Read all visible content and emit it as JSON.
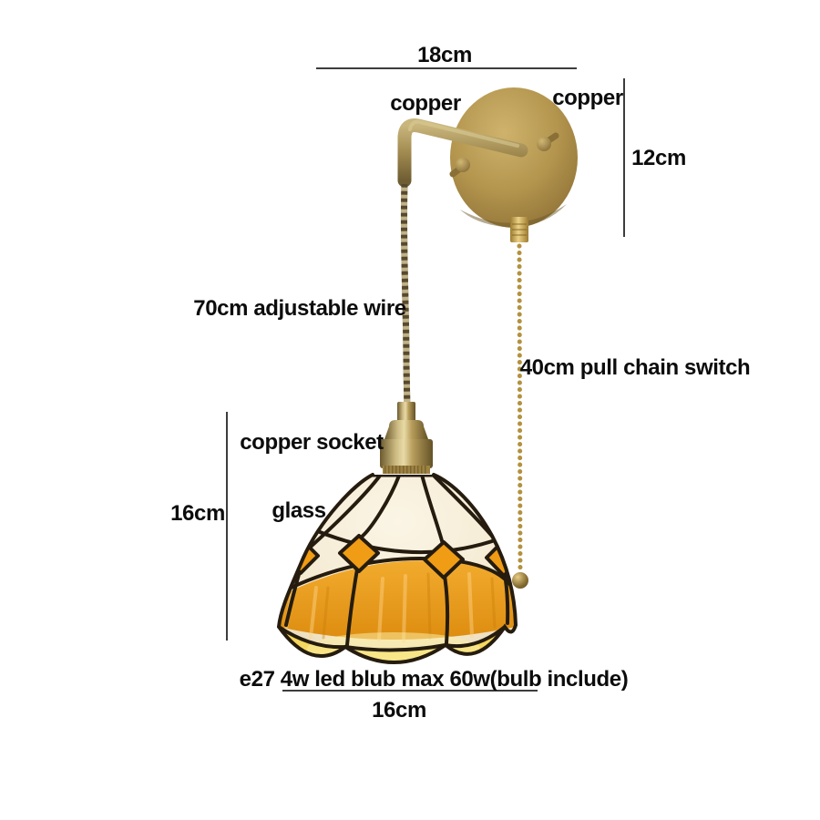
{
  "background": "#ffffff",
  "product": {
    "name": "copper wall lamp with tiffany glass shade and pull chain"
  },
  "labels": {
    "dim_width_top": "18cm",
    "copper_arm": "copper",
    "copper_plate": "copper",
    "dim_plate_height": "12cm",
    "adjustable_wire": "70cm adjustable wire",
    "pull_chain_switch": "40cm pull chain switch",
    "copper_socket": "copper socket",
    "glass": "glass",
    "dim_shade_height": "16cm",
    "bulb_info": "e27 4w led blub max 60w(bulb include)",
    "dim_shade_width": "16cm"
  },
  "colors": {
    "brass": "#ad904c",
    "brass_dark": "#6f5a2a",
    "brass_light": "#d8c48a",
    "shade_cream": "#f6eed9",
    "shade_orange": "#ec9f1c",
    "shade_yellow": "#f5d75c",
    "leading": "#251c0f",
    "dimension_line": "#3d3d3d",
    "text": "#0c0c0c"
  }
}
